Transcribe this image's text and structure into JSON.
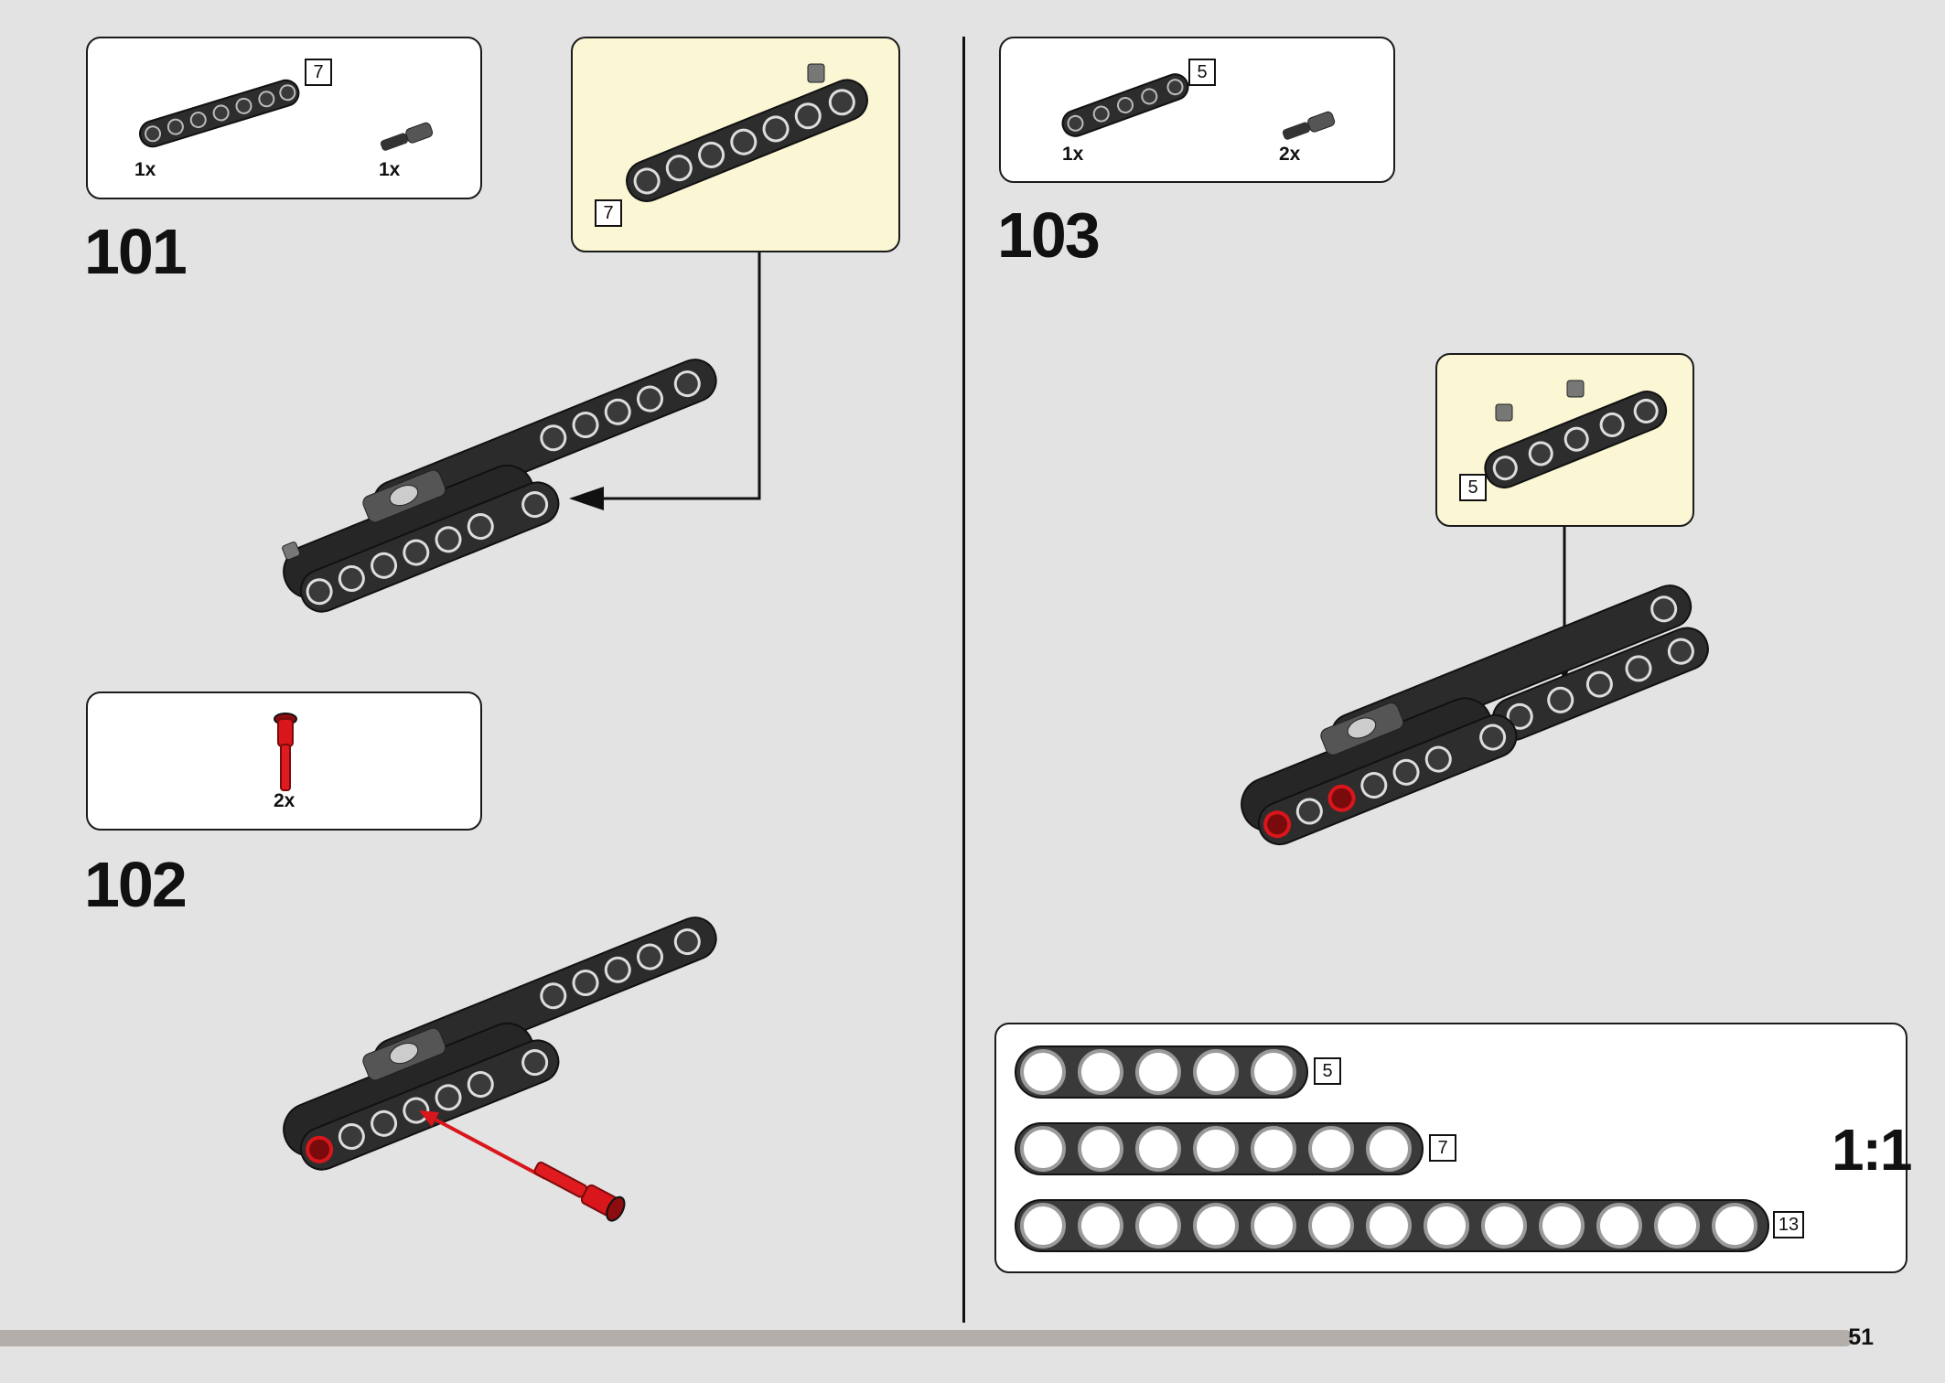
{
  "steps": [
    {
      "number": "101",
      "parts": [
        {
          "qty": "1x",
          "icon": "beam-7-icon"
        },
        {
          "qty": "1x",
          "icon": "axle-pin-icon"
        }
      ],
      "parts_tag": "7",
      "callout_tag": "7"
    },
    {
      "number": "102",
      "parts": [
        {
          "qty": "2x",
          "icon": "red-pin-icon"
        }
      ]
    },
    {
      "number": "103",
      "parts": [
        {
          "qty": "1x",
          "icon": "beam-5-icon"
        },
        {
          "qty": "2x",
          "icon": "axle-pin-icon"
        }
      ],
      "parts_tag": "5",
      "callout_tag": "5"
    }
  ],
  "ruler": {
    "scale": "1:1",
    "beams": [
      {
        "length": 5,
        "label": "5"
      },
      {
        "length": 7,
        "label": "7"
      },
      {
        "length": 13,
        "label": "13"
      }
    ]
  },
  "page_number": "51",
  "colors": {
    "callout_bg": "#fbf6d4",
    "page_bg": "#e3e3e3",
    "pin_red": "#d8161b",
    "beam_black": "#2d2d2d"
  }
}
